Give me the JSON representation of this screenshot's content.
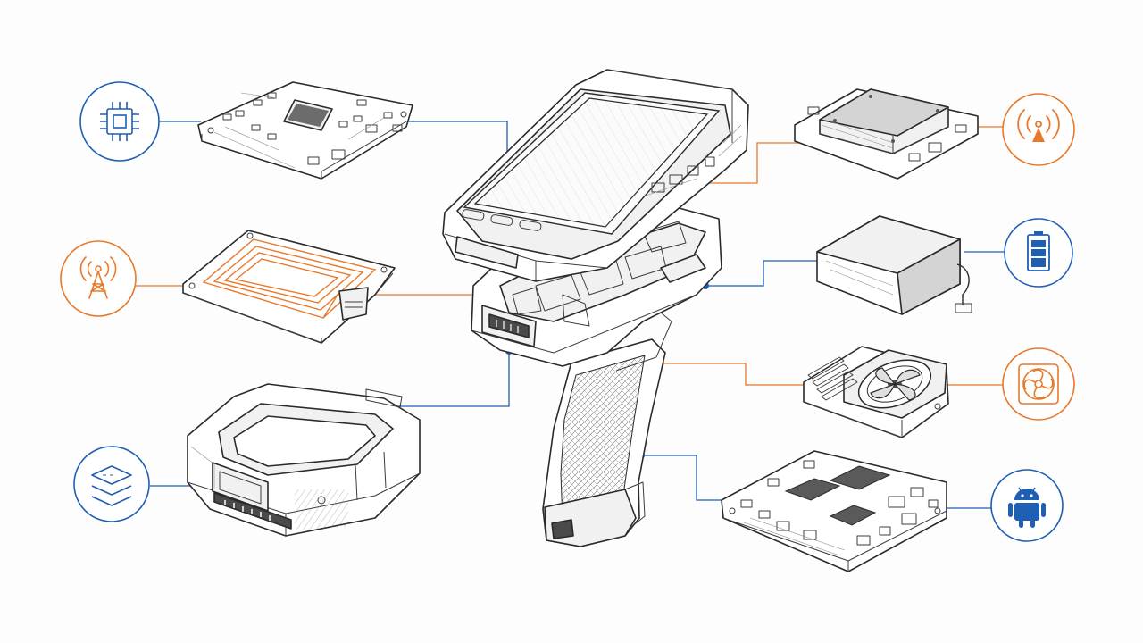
{
  "colors": {
    "blue": "#1e5fb4",
    "orange": "#e8782a",
    "ink": "#2a2a2a",
    "background": "#fdfdfd"
  },
  "callouts": [
    {
      "id": "processor",
      "icon": "cpu-chip-icon",
      "color": "blue"
    },
    {
      "id": "nfc-antenna",
      "icon": "antenna-tower-icon",
      "color": "orange"
    },
    {
      "id": "housing-frame",
      "icon": "layers-icon",
      "color": "blue"
    },
    {
      "id": "wireless-module",
      "icon": "wireless-signal-icon",
      "color": "orange"
    },
    {
      "id": "battery",
      "icon": "battery-icon",
      "color": "blue"
    },
    {
      "id": "cooling-fan",
      "icon": "fan-icon",
      "color": "orange"
    },
    {
      "id": "mainboard",
      "icon": "android-robot-icon",
      "color": "blue"
    }
  ]
}
